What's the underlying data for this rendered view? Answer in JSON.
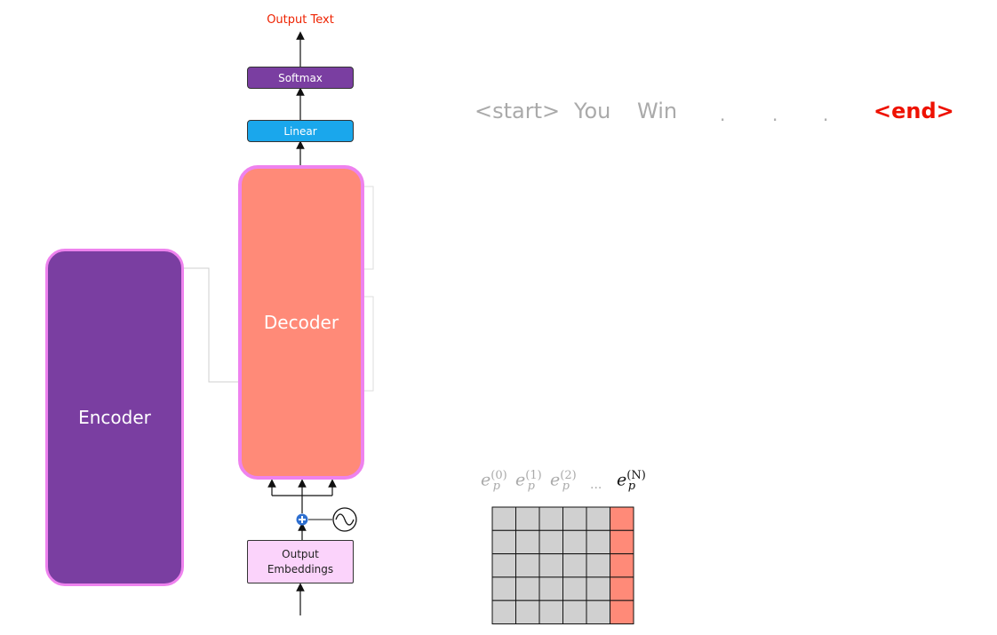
{
  "blocks": {
    "encoder": "Encoder",
    "decoder": "Decoder",
    "linear": "Linear",
    "softmax": "Softmax",
    "embeddings_line1": "Output",
    "embeddings_line2": "Embeddings",
    "output_text": "Output Text"
  },
  "tokens": {
    "start": "<start>",
    "you": "You",
    "win": "Win",
    "dot": ".",
    "end": "<end>"
  },
  "embedding_matrix": {
    "labels": {
      "base": "e",
      "sub": "p",
      "sup0": "(0)",
      "sup1": "(1)",
      "sup2": "(2)",
      "supN": "(N)",
      "ellipsis": "..."
    },
    "rows": 5,
    "columns": 6,
    "highlighted_column": 6
  },
  "colors": {
    "encoder": "#7a3ea1",
    "decoder": "#ff8a78",
    "linear": "#1aa7ec",
    "softmax": "#7a3ea1",
    "embeddings": "#fbd3fb",
    "border_glow": "#ee82ee",
    "highlight_cell": "#ff8a78",
    "grey_cell": "#d0d0d0",
    "end_token": "#ee1100"
  }
}
